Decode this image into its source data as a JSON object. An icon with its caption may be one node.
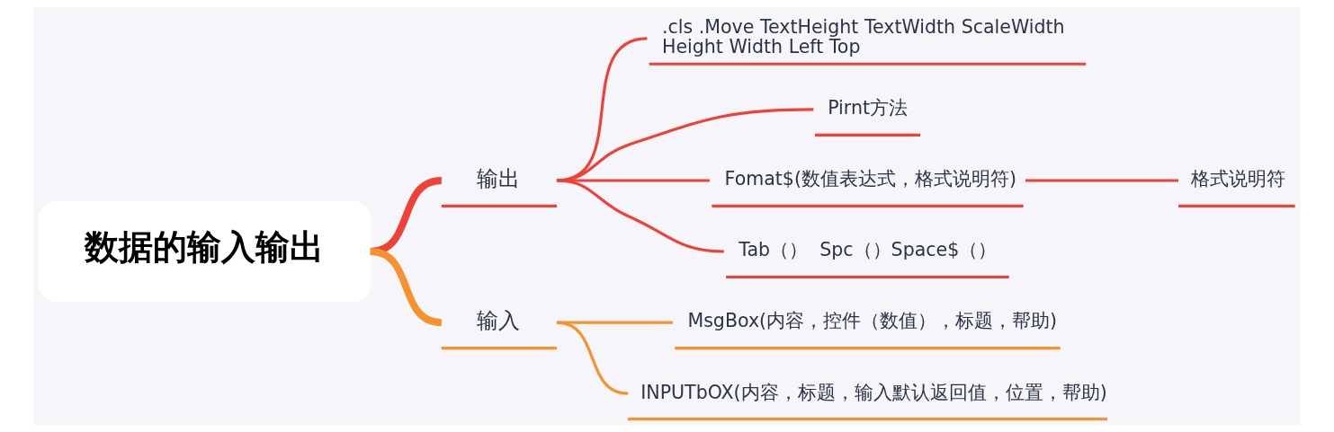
{
  "diagram": {
    "nodes": [
      {
        "text": [
          "数据的输入输出"
        ]
      },
      {
        "text": [
          "输出"
        ]
      },
      {
        "text": [
          ".cls .Move TextHeight TextWidth ScaleWidth Height Width Left Top"
        ]
      },
      {
        "text": [
          "Pirnt方法"
        ]
      },
      {
        "text": [
          "Fomat$(数值表达式，格式说明符)"
        ]
      },
      {
        "text": [
          "格式说明符"
        ]
      },
      {
        "text": [
          "Tab（）  Spc（）Space$（）"
        ]
      },
      {
        "text": [
          "输入"
        ]
      },
      {
        "text": [
          "MsgBox(内容，控件（数值），标题，帮助)"
        ]
      },
      {
        "text": [
          "INPUTbOX(内容，标题，输入默认返回值，位置，帮助)"
        ]
      }
    ],
    "edges": [
      {
        "from": 0,
        "to": 1,
        "arrow": "none",
        "style": "thick"
      },
      {
        "from": 1,
        "to": 2,
        "arrow": "none"
      },
      {
        "from": 1,
        "to": 3,
        "arrow": "none"
      },
      {
        "from": 1,
        "to": 4,
        "arrow": "none"
      },
      {
        "from": 4,
        "to": 5,
        "arrow": "none"
      },
      {
        "from": 1,
        "to": 6,
        "arrow": "none"
      },
      {
        "from": 0,
        "to": 7,
        "arrow": "none",
        "style": "thick",
        "color": "#f7922f"
      },
      {
        "from": 7,
        "to": 8,
        "arrow": "none",
        "color": "#f7922f"
      },
      {
        "from": 7,
        "to": 9,
        "arrow": "none",
        "color": "#f7922f"
      }
    ]
  }
}
